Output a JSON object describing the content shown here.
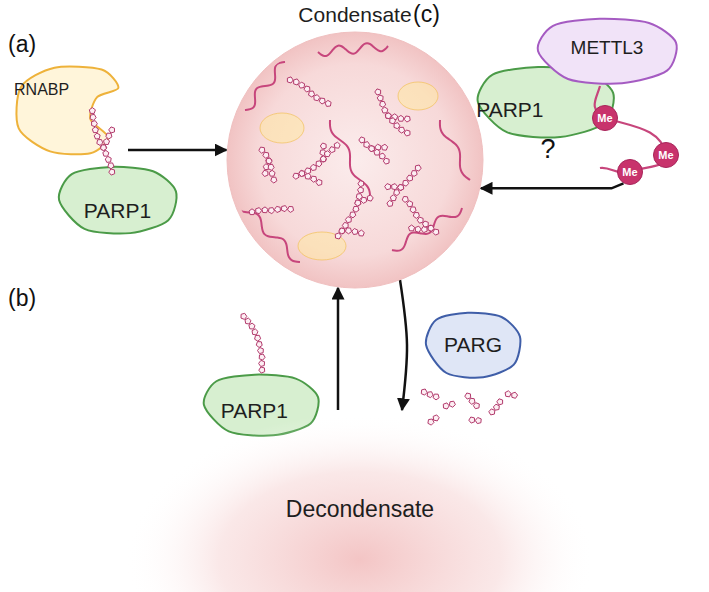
{
  "diagram": {
    "nodes": [
      {
        "text": [
          "Condensate"
        ]
      },
      {
        "text": [
          "RNABP"
        ]
      },
      {
        "text": [
          "PARP1"
        ]
      },
      {
        "text": [
          "PARP1"
        ]
      },
      {
        "text": [
          "METTL3"
        ]
      },
      {
        "text": [
          "Me"
        ]
      },
      {
        "text": [
          "Me"
        ]
      },
      {
        "text": [
          "Me"
        ]
      },
      {
        "text": [
          "PARP1"
        ]
      },
      {
        "text": [
          "PARG"
        ]
      },
      {
        "text": [
          "Decondensate"
        ]
      }
    ],
    "edges": [
      {
        "from": 1,
        "to": 0,
        "arrow": "to"
      },
      {
        "from": 7,
        "to": 0,
        "arrow": "to",
        "label": "?"
      },
      {
        "from": 10,
        "to": 0,
        "arrow": "to"
      },
      {
        "from": 0,
        "to": 10,
        "arrow": "to"
      }
    ],
    "labels": [
      "(a)",
      "(b)",
      "(c)"
    ]
  }
}
